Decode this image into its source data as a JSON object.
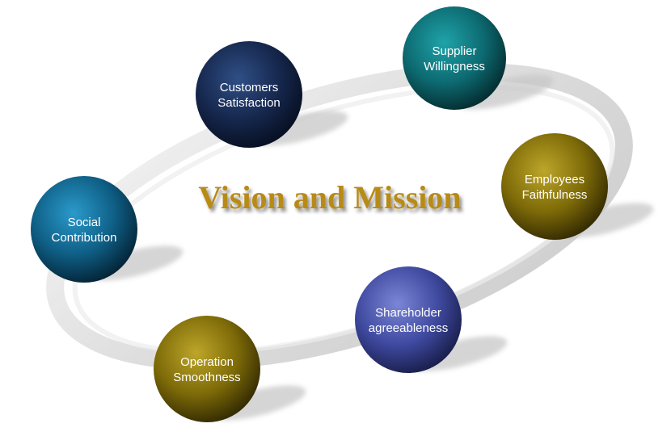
{
  "title": "Vision and Mission",
  "colors": {
    "title_gold": "#b88a12",
    "ring_gray": "#d9d9d9",
    "shadow_gray": "#c8c8c8",
    "navy": "#16284e",
    "teal": "#0d6b72",
    "olive": "#7e6b08",
    "blue": "#0f5f86",
    "indigo": "#3f4aa0"
  },
  "nodes": [
    {
      "id": "customers",
      "line1": "Customers",
      "line2": "Satisfaction",
      "color": "navy"
    },
    {
      "id": "supplier",
      "line1": "Supplier",
      "line2": "Willingness",
      "color": "teal"
    },
    {
      "id": "employees",
      "line1": "Employees",
      "line2": "Faithfulness",
      "color": "olive"
    },
    {
      "id": "shareholder",
      "line1": "Shareholder",
      "line2": "agreeableness",
      "color": "indigo"
    },
    {
      "id": "operation",
      "line1": "Operation",
      "line2": "Smoothness",
      "color": "olive"
    },
    {
      "id": "social",
      "line1": "Social",
      "line2": "Contribution",
      "color": "blue"
    }
  ]
}
